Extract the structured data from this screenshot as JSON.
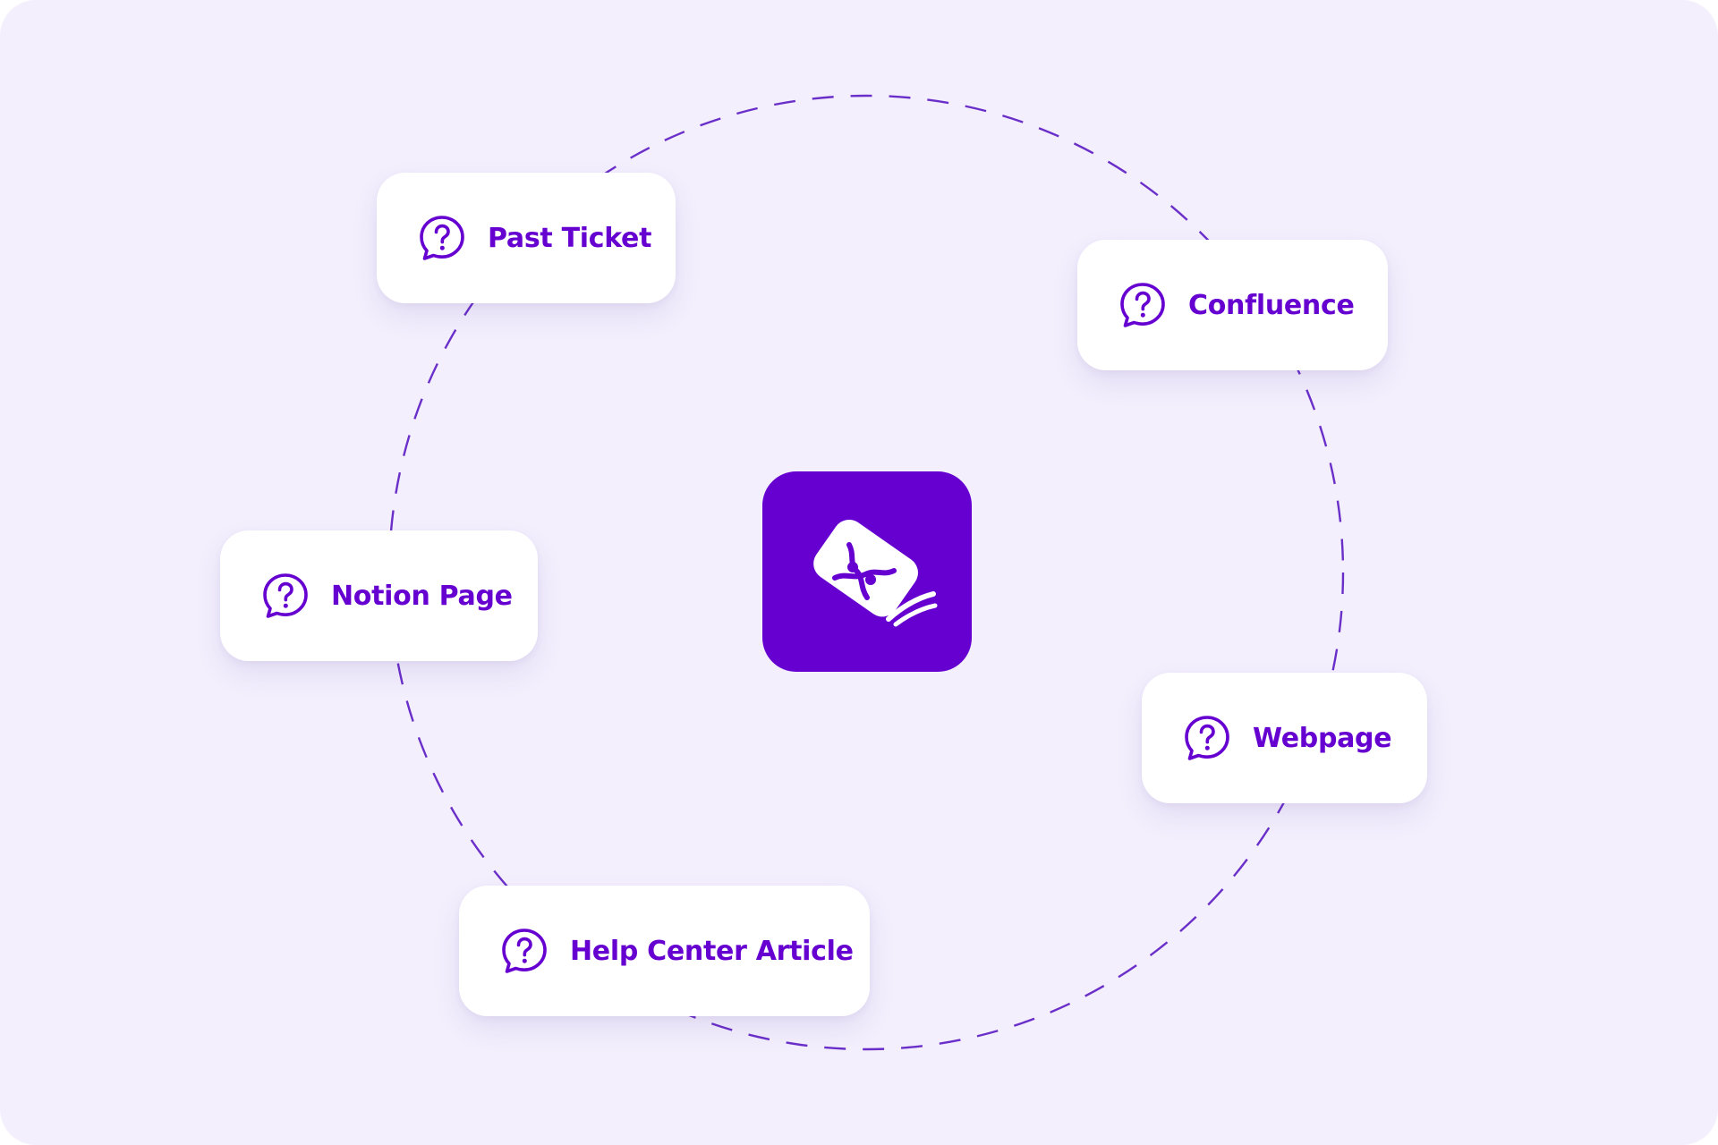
{
  "colors": {
    "background": "#f3effd",
    "accent": "#6500d0",
    "ring": "#6a2fc9",
    "card": "#ffffff"
  },
  "center": {
    "icon": "puzzle-logo-icon"
  },
  "sources": [
    {
      "label": "Past Ticket",
      "icon": "question-bubble-icon"
    },
    {
      "label": "Confluence",
      "icon": "question-bubble-icon"
    },
    {
      "label": "Notion Page",
      "icon": "question-bubble-icon"
    },
    {
      "label": "Webpage",
      "icon": "question-bubble-icon"
    },
    {
      "label": "Help Center Article",
      "icon": "question-bubble-icon"
    }
  ]
}
